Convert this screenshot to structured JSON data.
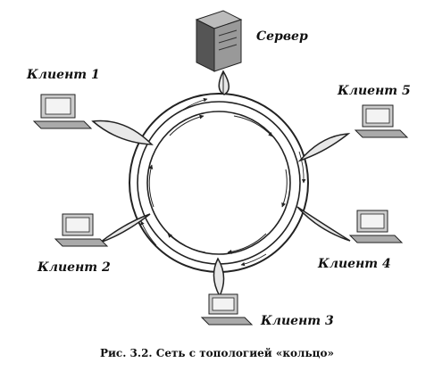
{
  "diagram": {
    "server_label": "Сервер",
    "clients": [
      {
        "id": "client-1",
        "label": "Клиент 1"
      },
      {
        "id": "client-2",
        "label": "Клиент 2"
      },
      {
        "id": "client-3",
        "label": "Клиент 3"
      },
      {
        "id": "client-4",
        "label": "Клиент 4"
      },
      {
        "id": "client-5",
        "label": "Клиент 5"
      }
    ],
    "caption": "Рис. 3.2. Сеть с топологией «кольцо»"
  },
  "icons": {
    "server": "server-icon",
    "client": "computer-icon"
  }
}
